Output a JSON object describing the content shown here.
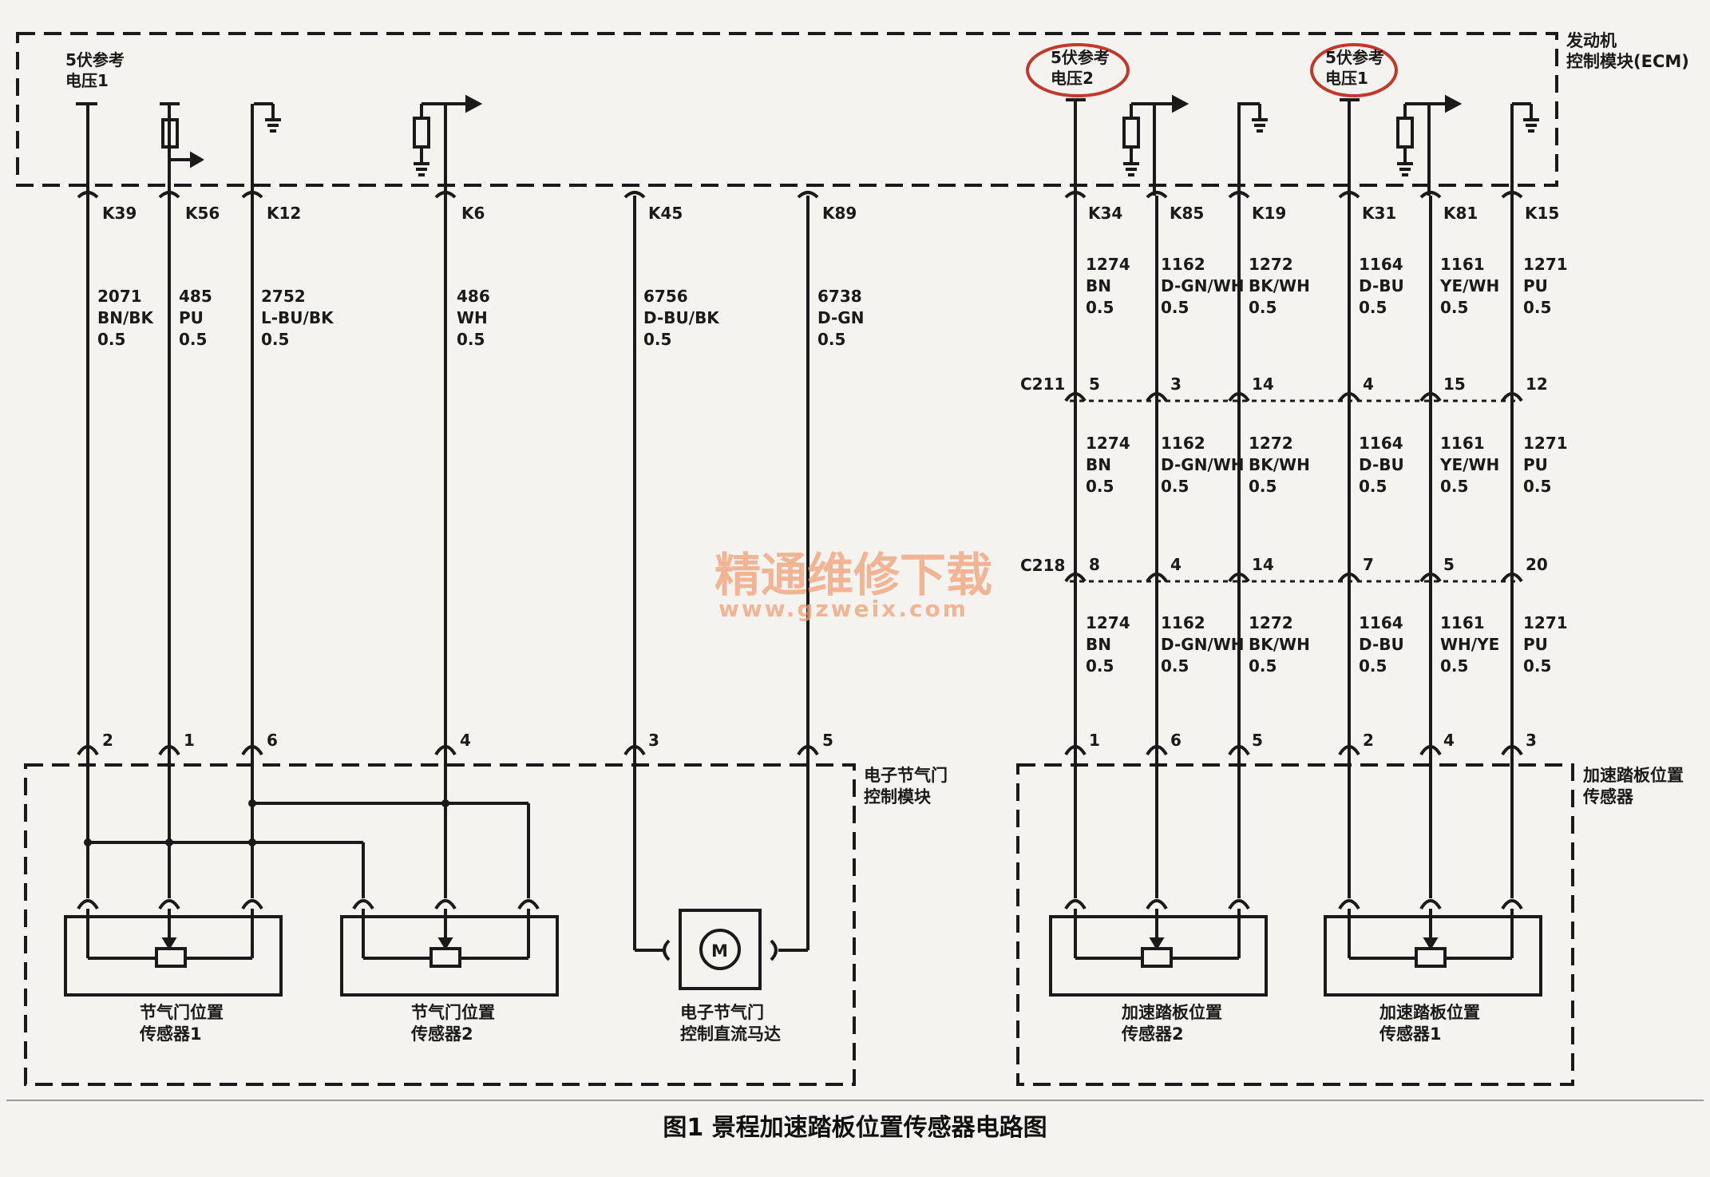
{
  "ecm": {
    "title": "发动机",
    "subtitle": "控制模块(ECM)",
    "ref_left_1": "5伏参考",
    "ref_left_2": "电压1",
    "ref_mid_1": "5伏参考",
    "ref_mid_2": "电压2",
    "ref_right_1": "5伏参考",
    "ref_right_2": "电压1"
  },
  "wires": [
    {
      "pin": "K39",
      "circuit": "2071",
      "color": "BN/BK",
      "size": "0.5",
      "bottom_pin": "2"
    },
    {
      "pin": "K56",
      "circuit": "485",
      "color": "PU",
      "size": "0.5",
      "bottom_pin": "1"
    },
    {
      "pin": "K12",
      "circuit": "2752",
      "color": "L-BU/BK",
      "size": "0.5",
      "bottom_pin": "6"
    },
    {
      "pin": "K6",
      "circuit": "486",
      "color": "WH",
      "size": "0.5",
      "bottom_pin": "4"
    },
    {
      "pin": "K45",
      "circuit": "6756",
      "color": "D-BU/BK",
      "size": "0.5",
      "bottom_pin": "3"
    },
    {
      "pin": "K89",
      "circuit": "6738",
      "color": "D-GN",
      "size": "0.5",
      "bottom_pin": "5"
    }
  ],
  "pedal_wires": [
    {
      "pin": "K34",
      "circuit": "1274",
      "c1": "BN",
      "c2": "BN",
      "c3": "BN",
      "size": "0.5",
      "c211": "5",
      "c218": "8",
      "bottom_pin": "1"
    },
    {
      "pin": "K85",
      "circuit": "1162",
      "c1": "D-GN/WH",
      "c2": "D-GN/WH",
      "c3": "D-GN/WH",
      "size": "0.5",
      "c211": "3",
      "c218": "4",
      "bottom_pin": "6"
    },
    {
      "pin": "K19",
      "circuit": "1272",
      "c1": "BK/WH",
      "c2": "BK/WH",
      "c3": "BK/WH",
      "size": "0.5",
      "c211": "14",
      "c218": "14",
      "bottom_pin": "5"
    },
    {
      "pin": "K31",
      "circuit": "1164",
      "c1": "D-BU",
      "c2": "D-BU",
      "c3": "D-BU",
      "size": "0.5",
      "c211": "4",
      "c218": "7",
      "bottom_pin": "2"
    },
    {
      "pin": "K81",
      "circuit": "1161",
      "c1": "YE/WH",
      "c2": "YE/WH",
      "c3": "WH/YE",
      "size": "0.5",
      "c211": "15",
      "c218": "5",
      "bottom_pin": "4"
    },
    {
      "pin": "K15",
      "circuit": "1271",
      "c1": "PU",
      "c2": "PU",
      "c3": "PU",
      "size": "0.5",
      "c211": "12",
      "c218": "20",
      "bottom_pin": "3"
    }
  ],
  "connectors": {
    "c211": "C211",
    "c218": "C218"
  },
  "etc": {
    "title_1": "电子节气门",
    "title_2": "控制模块"
  },
  "sensors": {
    "tps1_1": "节气门位置",
    "tps1_2": "传感器1",
    "tps2_1": "节气门位置",
    "tps2_2": "传感器2",
    "motor_1": "电子节气门",
    "motor_2": "控制直流马达",
    "motor_symbol": "M",
    "app2_1": "加速踏板位置",
    "app2_2": "传感器2",
    "app1_1": "加速踏板位置",
    "app1_2": "传感器1"
  },
  "app_module": {
    "title_1": "加速踏板位置",
    "title_2": "传感器"
  },
  "watermark": {
    "line1": "精通维修下载",
    "line2": "www.gzweix.com"
  },
  "caption": "图1 景程加速踏板位置传感器电路图",
  "colors": {
    "wire": "#1a1a1a",
    "highlight": "#c0392b",
    "watermark": "#f0a078",
    "background": "#f4f3ef"
  }
}
